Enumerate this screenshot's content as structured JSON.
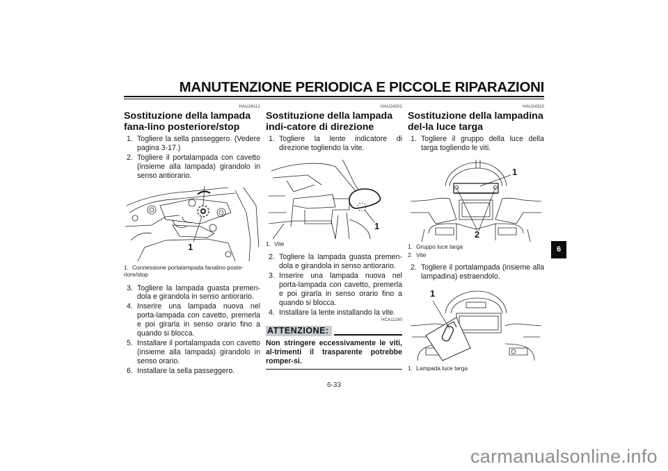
{
  "header": {
    "title": "MANUTENZIONE PERIODICA E PICCOLE RIPARAZIONI"
  },
  "columns": [
    {
      "code": "HAU24112",
      "title": "Sostituzione della lampada fana-lino posteriore/stop",
      "steps_before": [
        {
          "num": "1.",
          "text": "Togliere la sella passeggero. (Vedere pagina 3-17.)"
        },
        {
          "num": "2.",
          "text": "Togliere il portalampada con cavetto (insieme alla lampada) girandolo in senso antiorario."
        }
      ],
      "figure": {
        "callout": "1"
      },
      "captions": [
        {
          "num": "1.",
          "text": "Connessione portalampada fanalino poste-riore/stop"
        }
      ],
      "steps_after": [
        {
          "num": "3.",
          "text": "Togliere la lampada guasta premen-dola e girandola in senso antiorario."
        },
        {
          "num": "4.",
          "text": "Inserire una lampada nuova nel porta-lampada con cavetto, premerla e poi girarla in senso orario fino a quando si blocca."
        },
        {
          "num": "5.",
          "text": "Installare il portalampada con cavetto (insieme alla lampada) girandolo in senso orario."
        },
        {
          "num": "6.",
          "text": "Installare la sella passeggero."
        }
      ]
    },
    {
      "code": "HAU24202",
      "title": "Sostituzione della lampada indi-catore di direzione",
      "steps_before": [
        {
          "num": "1.",
          "text": "Togliere la lente indicatore di direzione togliendo la vite."
        }
      ],
      "figure": {
        "callout": "1"
      },
      "captions": [
        {
          "num": "1.",
          "text": "Vite"
        }
      ],
      "steps_after": [
        {
          "num": "2.",
          "text": "Togliere la lampada guasta premen-dola e girandola in senso antiorario."
        },
        {
          "num": "3.",
          "text": "Inserire una lampada nuova nel porta-lampada con cavetto, premerla e poi girarla in senso orario fino a quando si blocca."
        },
        {
          "num": "4.",
          "text": "Installare la lente installando la vite."
        }
      ],
      "warning": {
        "code": "HCA11190",
        "label": "ATTENZIONE:",
        "text": "Non stringere eccessivamente le viti, al-trimenti il trasparente potrebbe romper-si."
      }
    },
    {
      "code": "HAU24310",
      "title": "Sostituzione della lampadina del-la luce targa",
      "steps_before": [
        {
          "num": "1.",
          "text": "Togliere il gruppo della luce della targa togliendo le viti."
        }
      ],
      "figure": {
        "callout_1": "1",
        "callout_2": "2"
      },
      "captions": [
        {
          "num": "1.",
          "text": "Gruppo luce targa"
        },
        {
          "num": "2.",
          "text": "Vite"
        }
      ],
      "steps_after": [
        {
          "num": "2.",
          "text": "Togliere il portalampada (insieme alla lampadina) estraendolo."
        }
      ],
      "figure2": {
        "callout": "1"
      },
      "captions2": [
        {
          "num": "1.",
          "text": "Lampada luce targa"
        }
      ]
    }
  ],
  "chapter_tab": "6",
  "page_number": "6-33",
  "watermark": "carmanualsonline.info"
}
